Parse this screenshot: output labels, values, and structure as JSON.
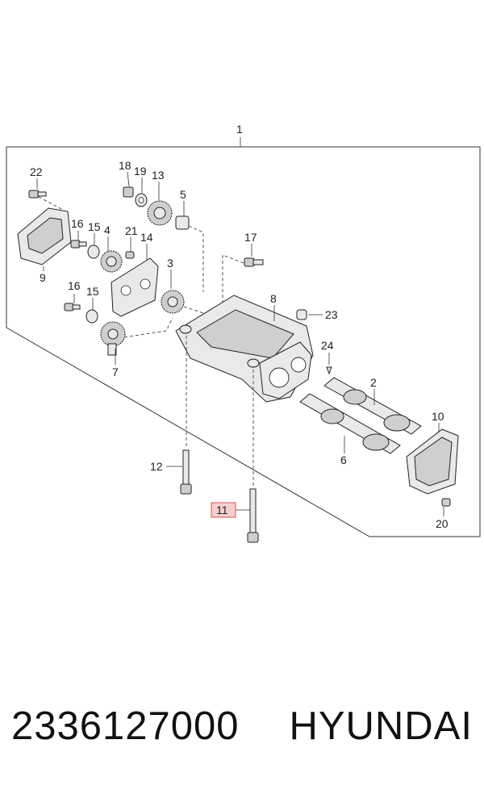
{
  "diagram": {
    "callouts": {
      "c1": "1",
      "c2": "2",
      "c3": "3",
      "c4": "4",
      "c5": "5",
      "c6": "6",
      "c7": "7",
      "c8": "8",
      "c9": "9",
      "c10": "10",
      "c11": "11",
      "c12": "12",
      "c13": "13",
      "c14": "14",
      "c15a": "15",
      "c15b": "15",
      "c16a": "16",
      "c16b": "16",
      "c17": "17",
      "c18": "18",
      "c19": "19",
      "c20": "20",
      "c21": "21",
      "c22": "22",
      "c23": "23",
      "c24": "24"
    },
    "highlight_color": "#f4c6c6",
    "highlight_border": "#d9534f"
  },
  "footer": {
    "part_number": "2336127000",
    "brand": "HYUNDAI"
  }
}
